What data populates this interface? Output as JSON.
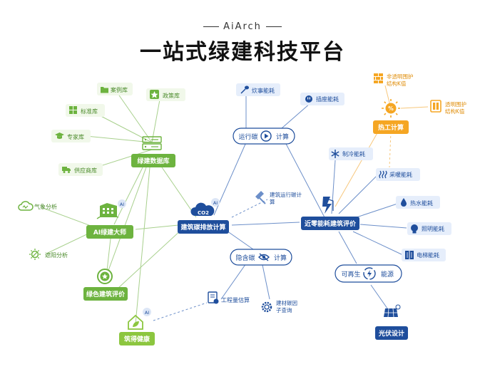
{
  "header": {
    "brand": "AiArch",
    "title": "一站式绿建科技平台"
  },
  "colors": {
    "green": "#8cc63f",
    "green_dark": "#5aa02c",
    "blue": "#1f4e9c",
    "blue_light": "#e6eefb",
    "orange": "#f5a623",
    "orange_light": "#fff3df",
    "line_green": "#a8d08d",
    "line_blue": "#6c8fc9",
    "line_orange": "#f7c77c"
  },
  "nodes": {
    "green_db": {
      "label": "绿建数据库",
      "icon": "server-icon"
    },
    "case_lib": {
      "label": "案例库",
      "icon": "folder-icon"
    },
    "policy_lib": {
      "label": "政策库",
      "icon": "star-icon"
    },
    "standard_lib": {
      "label": "标准库",
      "icon": "grid-icon"
    },
    "expert_lib": {
      "label": "专家库",
      "icon": "graduation-cap-icon"
    },
    "supplier_lib": {
      "label": "供应商库",
      "icon": "truck-icon"
    },
    "ai_master": {
      "label": "AI绿建大师",
      "icon": "building-icon",
      "badge": "AI"
    },
    "weather": {
      "label": "气象分析",
      "icon": "cloud-icon"
    },
    "sunlight": {
      "label": "遮阳分析",
      "icon": "sun-icon"
    },
    "green_eval": {
      "label": "绿色建筑评价",
      "icon": "star-badge-icon"
    },
    "healthy": {
      "label": "筑得健康",
      "icon": "house-leaf-icon",
      "badge": "AI"
    },
    "carbon_calc": {
      "label": "建筑碳排放计算",
      "icon": "co2-icon",
      "badge": "AI",
      "icon_text": "CO2"
    },
    "run_carbon_calc": {
      "label": "建筑运行碳计算",
      "icon": "hammer-icon"
    },
    "run_carbon": {
      "prefix": "运行碳",
      "suffix": "计算",
      "icon": "play-icon"
    },
    "cooking": {
      "label": "炊事能耗",
      "icon": "spoon-icon"
    },
    "elevator": {
      "label": "插座能耗",
      "icon": "plug-icon"
    },
    "embodied_carbon": {
      "prefix": "隐含碳",
      "suffix": "计算",
      "icon": "eye-off-icon"
    },
    "quantity_est": {
      "label": "工程量估算",
      "icon": "document-icon"
    },
    "material_factor": {
      "label": "建材碳因子查询",
      "icon": "gear-icon"
    },
    "nzeb_eval": {
      "label": "近零能耗建筑评价",
      "icon": "lightning-building-icon"
    },
    "cooling": {
      "label": "制冷能耗",
      "icon": "snowflake-icon"
    },
    "heating": {
      "label": "采暖能耗",
      "icon": "heat-icon"
    },
    "hot_water": {
      "label": "热水能耗",
      "icon": "water-drop-icon"
    },
    "lighting": {
      "label": "照明能耗",
      "icon": "bulb-icon"
    },
    "lift": {
      "label": "电梯能耗",
      "icon": "elevator-icon"
    },
    "thermal_calc": {
      "label": "热工计算",
      "icon": "sun-percent-icon"
    },
    "opaque_k": {
      "label": "非透明围护结构K值",
      "icon": "brick-wall-icon"
    },
    "transparent_k": {
      "label": "透明围护结构K值",
      "icon": "window-icon"
    },
    "renewable": {
      "prefix": "可再生",
      "suffix": "能源",
      "icon": "energy-icon"
    },
    "pv_design": {
      "label": "光伏设计",
      "icon": "solar-panel-icon"
    }
  }
}
